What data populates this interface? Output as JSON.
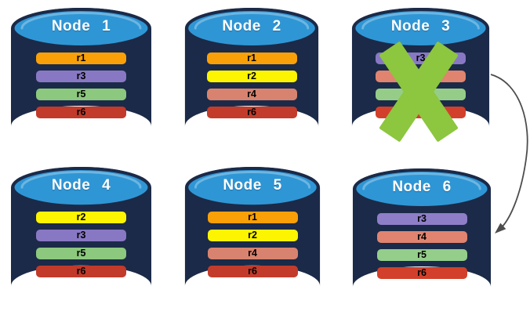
{
  "diagram": {
    "description": "Six database node cylinders holding replica bars; Node 3 is crossed out and an arrow points from Node 3 to Node 6"
  },
  "colors": {
    "cylinder_body": "#1B2A48",
    "cylinder_top": "#2F96D5",
    "title_text": "#FFFFFF",
    "bar_text": "#000000",
    "failure_x": "#8DC63F",
    "arrow": "#4D4D4D"
  },
  "nodes": [
    {
      "title": "Node 1",
      "failed": false,
      "replicas": [
        {
          "label": "r1",
          "color": "#F9A008"
        },
        {
          "label": "r3",
          "color": "#8878C4"
        },
        {
          "label": "r5",
          "color": "#8CC87E"
        },
        {
          "label": "r6",
          "color": "#C23A2A"
        }
      ]
    },
    {
      "title": "Node 2",
      "failed": false,
      "replicas": [
        {
          "label": "r1",
          "color": "#F9A008"
        },
        {
          "label": "r2",
          "color": "#FCF400"
        },
        {
          "label": "r4",
          "color": "#D8836F"
        },
        {
          "label": "r6",
          "color": "#C33C2B"
        }
      ]
    },
    {
      "title": "Node 3",
      "failed": true,
      "replicas": [
        {
          "label": "r3",
          "color": "#8878C4"
        },
        {
          "label": "r4",
          "color": "#E08470"
        },
        {
          "label": "r5",
          "color": "#95CD88"
        },
        {
          "label": "r6",
          "color": "#D2402B"
        }
      ]
    },
    {
      "title": "Node 4",
      "failed": false,
      "replicas": [
        {
          "label": "r2",
          "color": "#FCF400"
        },
        {
          "label": "r3",
          "color": "#8878C4"
        },
        {
          "label": "r5",
          "color": "#8CC87E"
        },
        {
          "label": "r6",
          "color": "#C23A2A"
        }
      ]
    },
    {
      "title": "Node 5",
      "failed": false,
      "replicas": [
        {
          "label": "r1",
          "color": "#F9A008"
        },
        {
          "label": "r2",
          "color": "#FCF400"
        },
        {
          "label": "r4",
          "color": "#D8836F"
        },
        {
          "label": "r6",
          "color": "#C33C2B"
        }
      ]
    },
    {
      "title": "Node 6",
      "failed": false,
      "replicas": [
        {
          "label": "r3",
          "color": "#8E7EC8"
        },
        {
          "label": "r4",
          "color": "#E08470"
        },
        {
          "label": "r5",
          "color": "#94CE8A"
        },
        {
          "label": "r6",
          "color": "#D2402B"
        }
      ]
    }
  ],
  "arrow": {
    "from": "Node 3",
    "to": "Node 6",
    "color": "#4D4D4D"
  }
}
